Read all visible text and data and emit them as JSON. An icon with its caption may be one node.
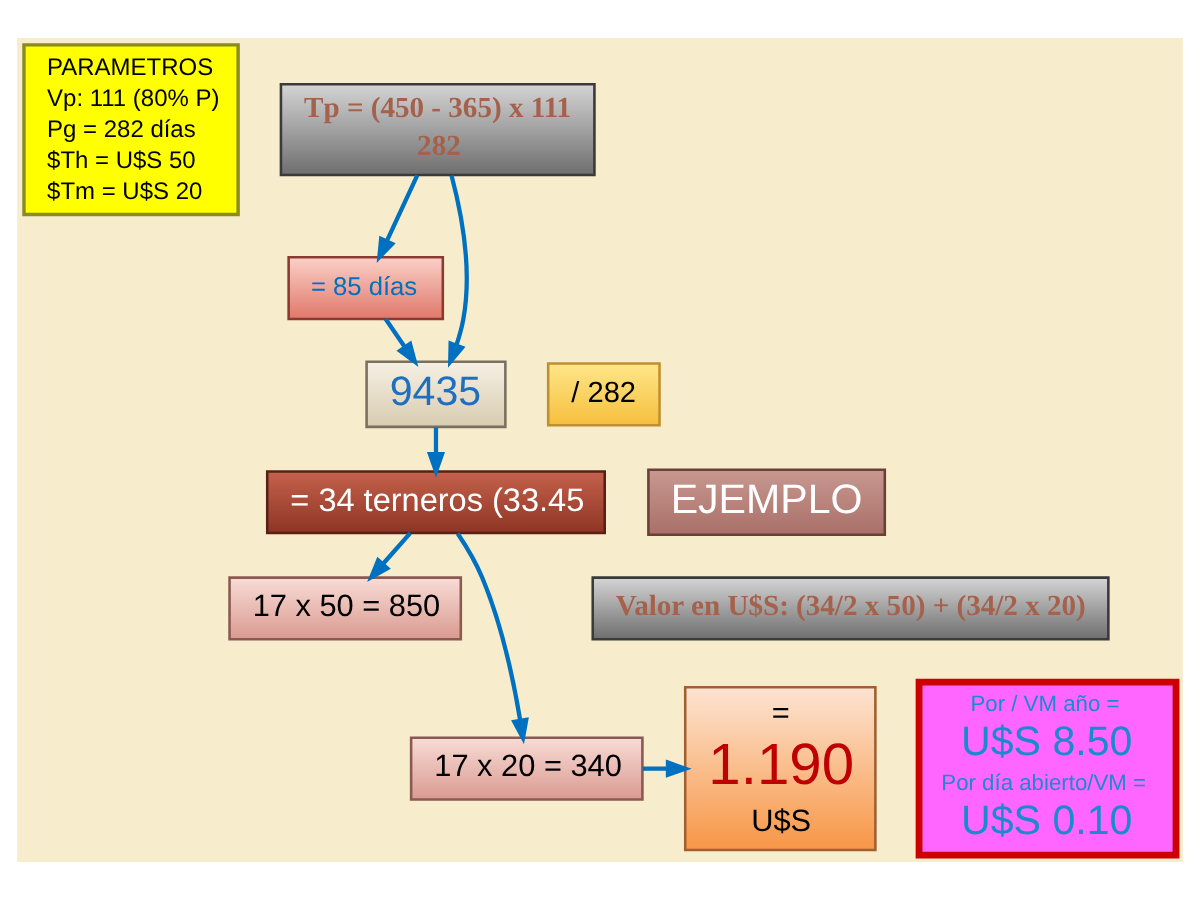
{
  "diagram": {
    "nodes": [
      {
        "text": [
          "PARAMETROS",
          "Vp: 111 (80% P)",
          "Pg = 282 días",
          "$Th = U$S 50",
          "$Tm = U$S 20"
        ]
      },
      {
        "text": [
          "Tp = (450 - 365) x 111",
          "282"
        ]
      },
      {
        "text": [
          "= 85 días"
        ]
      },
      {
        "text": [
          "9435"
        ]
      },
      {
        "text": [
          "/ 282"
        ]
      },
      {
        "text": [
          "EJEMPLO"
        ]
      },
      {
        "text": [
          "= 34 terneros (33.45"
        ]
      },
      {
        "text": [
          "Valor en U$S: (34/2 x 50) + (34/2 x 20)"
        ]
      },
      {
        "text": [
          "Por / VM año =",
          "U$S 8.50",
          "Por día abierto/VM =",
          "U$S 0.10"
        ]
      },
      {
        "text": [
          "=",
          "1.190",
          "U$S"
        ]
      },
      {
        "text": [
          "17 x 50 = 850"
        ]
      },
      {
        "text": [
          "17 x 20 = 340"
        ]
      }
    ],
    "edges": [
      {
        "from": 1,
        "to": 2,
        "arrow": "to"
      },
      {
        "from": 1,
        "to": 3,
        "arrow": "to"
      },
      {
        "from": 2,
        "to": 3,
        "arrow": "to"
      },
      {
        "from": 3,
        "to": 6,
        "arrow": "to"
      },
      {
        "from": 6,
        "to": 10,
        "arrow": "to"
      },
      {
        "from": 6,
        "to": 11,
        "arrow": "to"
      },
      {
        "from": 11,
        "to": 9,
        "arrow": "to"
      }
    ]
  }
}
